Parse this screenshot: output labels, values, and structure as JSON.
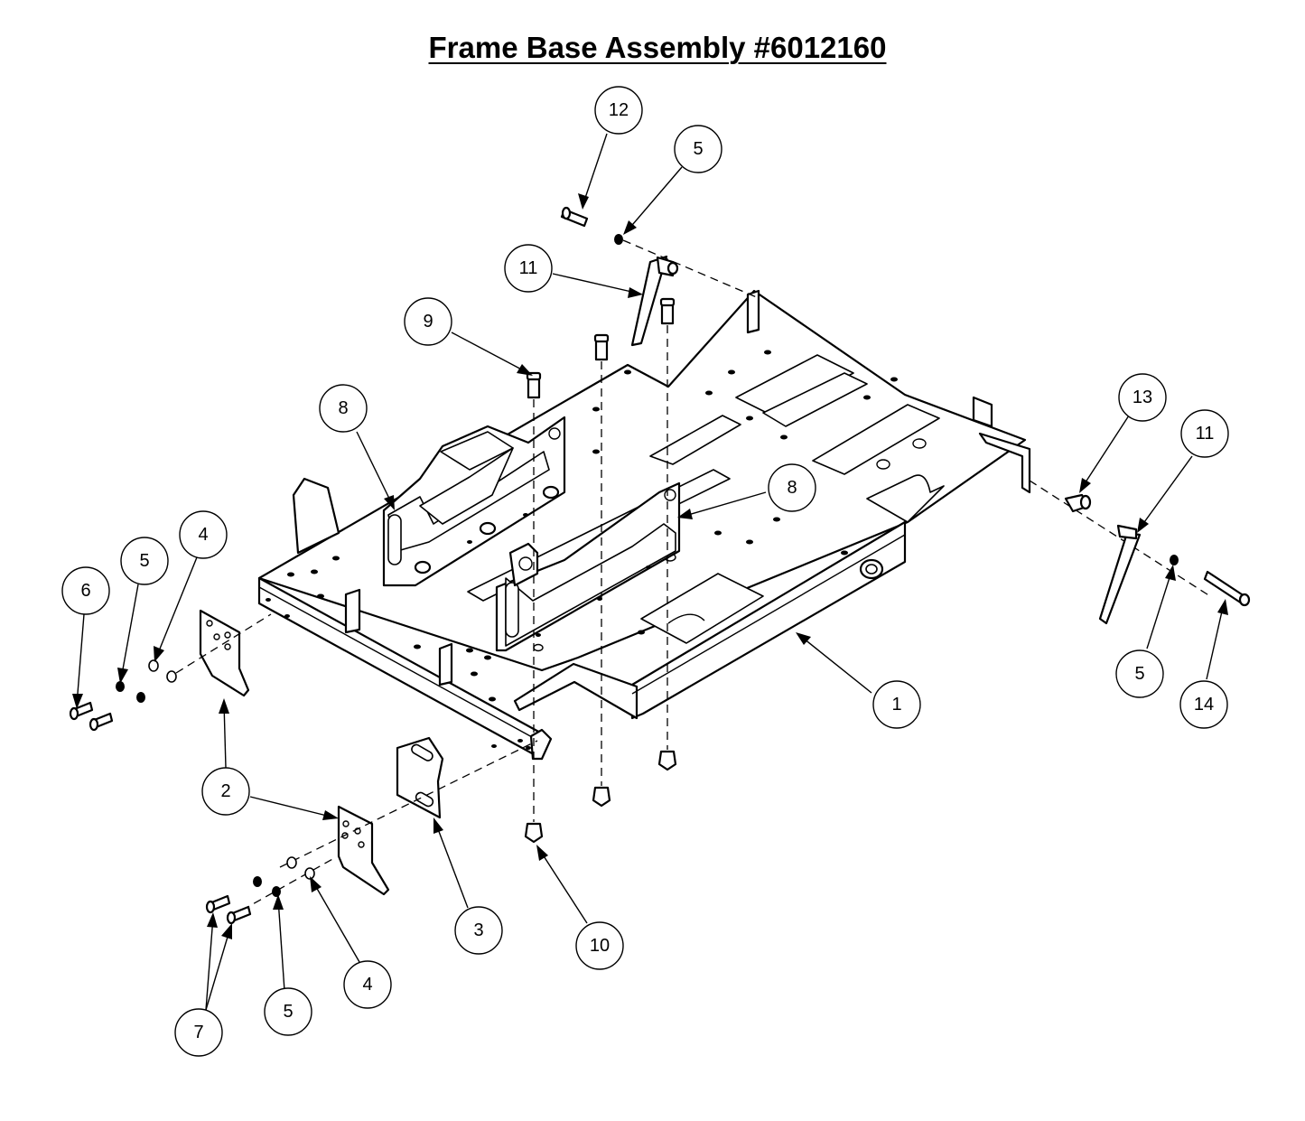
{
  "title": "Frame Base Assembly #6012160",
  "callouts": [
    {
      "label": "12"
    },
    {
      "label": "5"
    },
    {
      "label": "11"
    },
    {
      "label": "9"
    },
    {
      "label": "8"
    },
    {
      "label": "8"
    },
    {
      "label": "13"
    },
    {
      "label": "11"
    },
    {
      "label": "4"
    },
    {
      "label": "5"
    },
    {
      "label": "6"
    },
    {
      "label": "2"
    },
    {
      "label": "1"
    },
    {
      "label": "5"
    },
    {
      "label": "14"
    },
    {
      "label": "2"
    },
    {
      "label": "3"
    },
    {
      "label": "10"
    },
    {
      "label": "4"
    },
    {
      "label": "5"
    },
    {
      "label": "7"
    }
  ]
}
